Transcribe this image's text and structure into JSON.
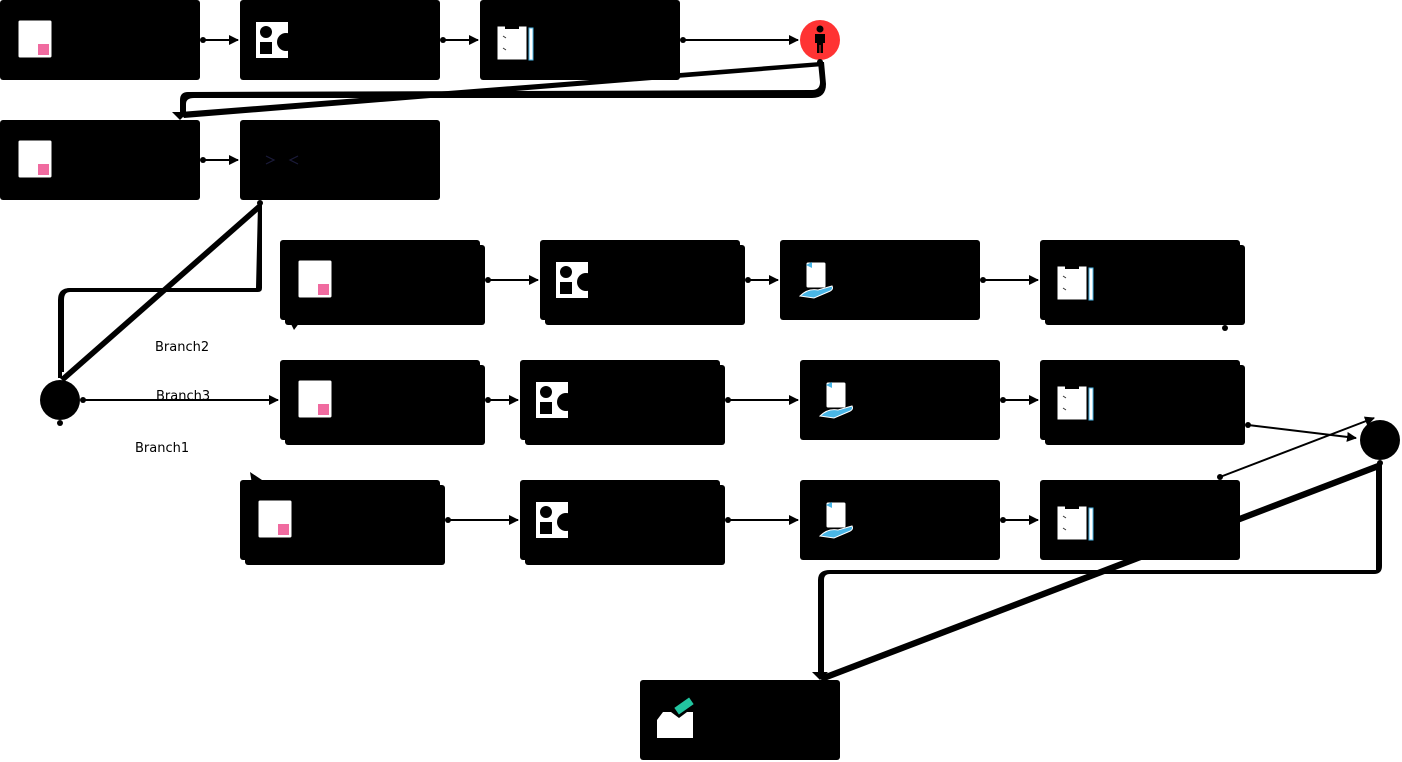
{
  "diagram": {
    "type": "workflow",
    "branches": [
      {
        "id": "branch2",
        "label": "Branch2"
      },
      {
        "id": "branch3",
        "label": "Branch3"
      },
      {
        "id": "branch1",
        "label": "Branch1"
      }
    ],
    "colors": {
      "start": "#ff3333",
      "node": "#000000",
      "doc_accent": "#f06ba0",
      "hand": "#4ab6e6",
      "inbox_accent": "#22c5a0"
    },
    "icons": {
      "document": "document-icon",
      "shapes": "shapes-icon",
      "checklist": "checklist-icon",
      "hand_doc": "hand-document-icon",
      "inbox": "inbox-icon",
      "person": "person-icon",
      "gateway": "gateway-icon"
    }
  }
}
